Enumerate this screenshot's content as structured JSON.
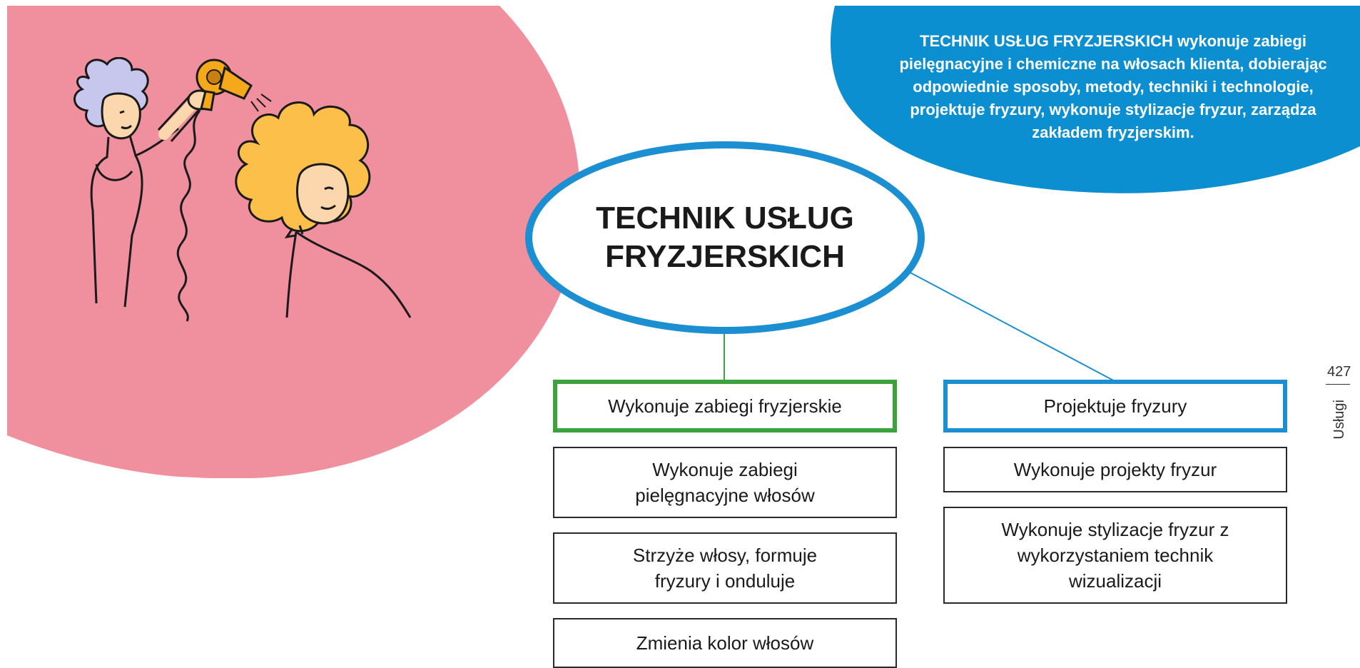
{
  "colors": {
    "pink": "#f08f9e",
    "blue": "#0b8fd1",
    "green": "#3ca33c",
    "hair_yellow": "#fbbf4a",
    "hair_lilac": "#c7c7ee"
  },
  "description": "TECHNIK USŁUG FRYZJERSKICH wykonuje zabiegi pielęgnacyjne i chemiczne na włosach klienta, dobierając odpowiednie sposoby, metody, techniki i technologie, projektuje fryzury, wykonuje stylizacje fryzur, zarządza zakładem fryzjerskim.",
  "center": {
    "title": "TECHNIK USŁUG FRYZJERSKICH"
  },
  "left_branch": {
    "head": "Wykonuje zabiegi fryzjerskie",
    "items": [
      "Wykonuje zabiegi pielęgnacyjne włosów",
      "Strzyże włosy, formuje fryzury i onduluje",
      "Zmienia kolor włosów"
    ]
  },
  "right_branch": {
    "head": "Projektuje fryzury",
    "items": [
      "Wykonuje projekty fryzur",
      "Wykonuje stylizacje fryzur z wykorzystaniem technik wizualizacji"
    ]
  },
  "page": {
    "number": "427",
    "section": "Usługi"
  }
}
